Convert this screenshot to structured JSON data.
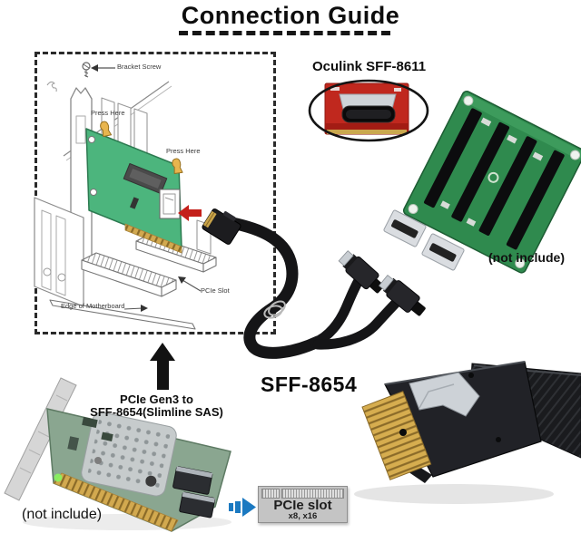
{
  "title": {
    "text": "Connection Guide"
  },
  "install_diagram": {
    "bracket_screw_label": "Bracket Screw",
    "press_here_top": "Press Here",
    "press_here_right": "Press Here",
    "pcie_slot_label": "PCIe Slot",
    "motherboard_edge_label": "Edge of Motherboard"
  },
  "oculink": {
    "label": "Oculink SFF-8611"
  },
  "backplane": {
    "note": "(not include)"
  },
  "cable": {
    "model": "SFF-8654"
  },
  "adapter_card": {
    "caption_line1": "PCIe Gen3 to",
    "caption_line2": "SFF-8654(Slimline SAS)",
    "note": "(not include)"
  },
  "slot_badge": {
    "name": "PCIe slot",
    "sizes": "x8, x16"
  },
  "colors": {
    "highlight_red": "#c4201a",
    "card_green": "#4cb57d",
    "backplane_green": "#2f8a4e",
    "oculink_board_red": "#c0281e",
    "arrow_blue": "#1b79c1",
    "gold": "#d2a94f",
    "cable_black": "#17181a"
  }
}
